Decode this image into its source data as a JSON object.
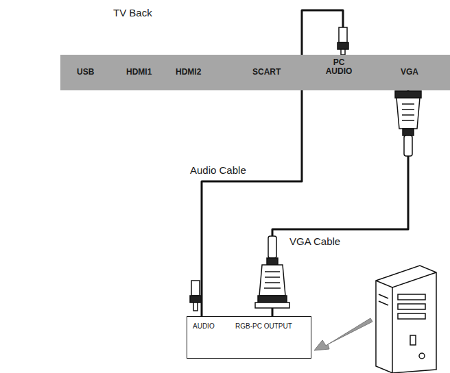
{
  "diagram": {
    "nodes": [
      {
        "text": [
          "TV Back",
          "USB",
          "HDMI1",
          "HDMI2",
          "SCART",
          "PC AUDIO",
          "VGA"
        ]
      },
      {
        "text": [
          "AUDIO",
          "RGB-PC OUTPUT"
        ]
      }
    ],
    "edges": [
      {
        "from": 1,
        "to": 0,
        "label": "Audio Cable",
        "arrow": "none"
      },
      {
        "from": 1,
        "to": 0,
        "label": "VGA Cable",
        "arrow": "none"
      }
    ]
  }
}
